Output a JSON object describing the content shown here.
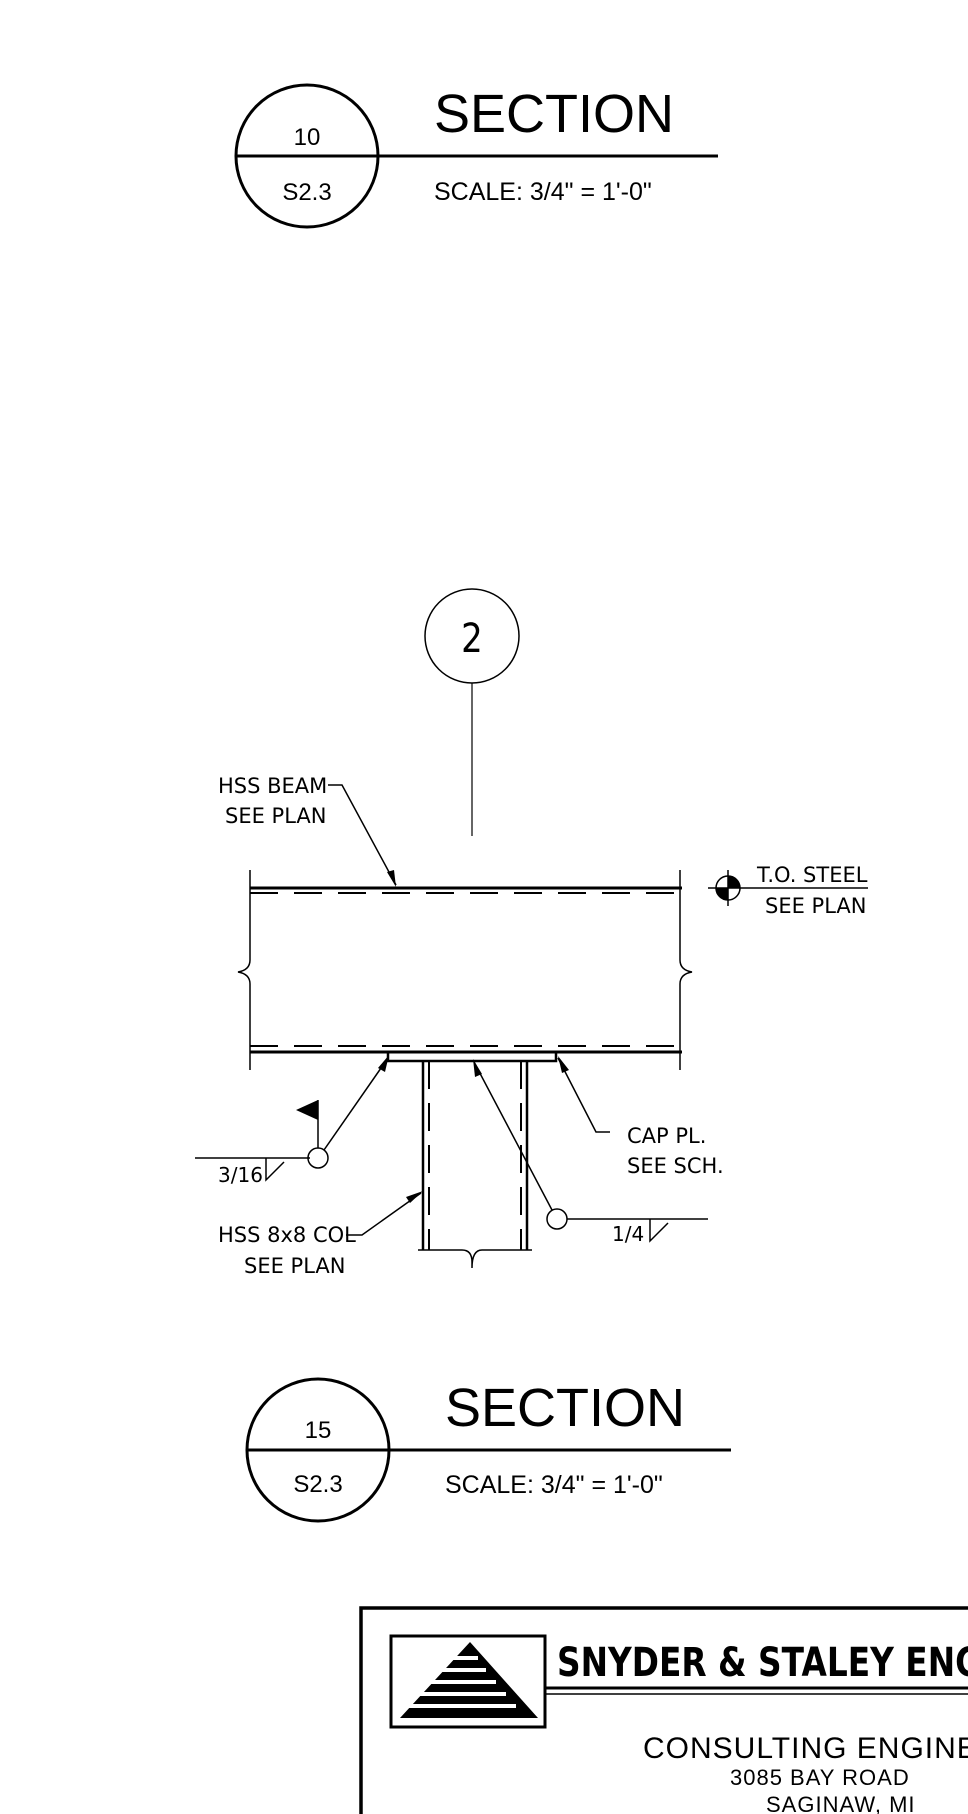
{
  "section_top": {
    "number": "10",
    "sheet": "S2.3",
    "title": "SECTION",
    "scale": "SCALE:  3/4\" = 1'-0\""
  },
  "grid_bubble": {
    "label": "2"
  },
  "detail": {
    "beam_label_1": "HSS BEAM",
    "beam_label_2": "SEE PLAN",
    "tos_label_1": "T.O. STEEL",
    "tos_label_2": "SEE PLAN",
    "cap_label_1": "CAP PL.",
    "cap_label_2": "SEE SCH.",
    "col_label_1": "HSS 8x8 COL",
    "col_label_2": "SEE PLAN",
    "weld_left_size": "3/16",
    "weld_right_size": "1/4"
  },
  "section_bottom": {
    "number": "15",
    "sheet": "S2.3",
    "title": "SECTION",
    "scale": "SCALE:  3/4\" = 1'-0\""
  },
  "title_block": {
    "firm_name": "SNYDER & STALEY ENGINEERING",
    "subtitle": "CONSULTING ENGINEERS",
    "address_1": "3085 BAY ROAD",
    "address_2": "SAGINAW, MI"
  },
  "colors": {
    "line": "#000000",
    "background": "#ffffff"
  }
}
